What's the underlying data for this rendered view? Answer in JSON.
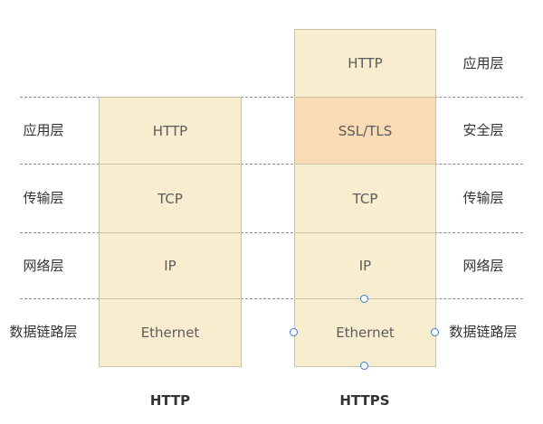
{
  "left_layers": [
    "应用层",
    "传输层",
    "网络层",
    "数据链路层"
  ],
  "right_layers": [
    "应用层",
    "安全层",
    "传输层",
    "网络层",
    "数据链路层"
  ],
  "http_stack": [
    "HTTP",
    "TCP",
    "IP",
    "Ethernet"
  ],
  "https_stack": [
    "HTTP",
    "SSL/TLS",
    "TCP",
    "IP",
    "Ethernet"
  ],
  "column_titles": {
    "http": "HTTP",
    "https": "HTTPS"
  },
  "colors": {
    "layer_fill": "#f8edcf",
    "security_fill": "#f9dcb5",
    "handle": "#3a78c9"
  }
}
